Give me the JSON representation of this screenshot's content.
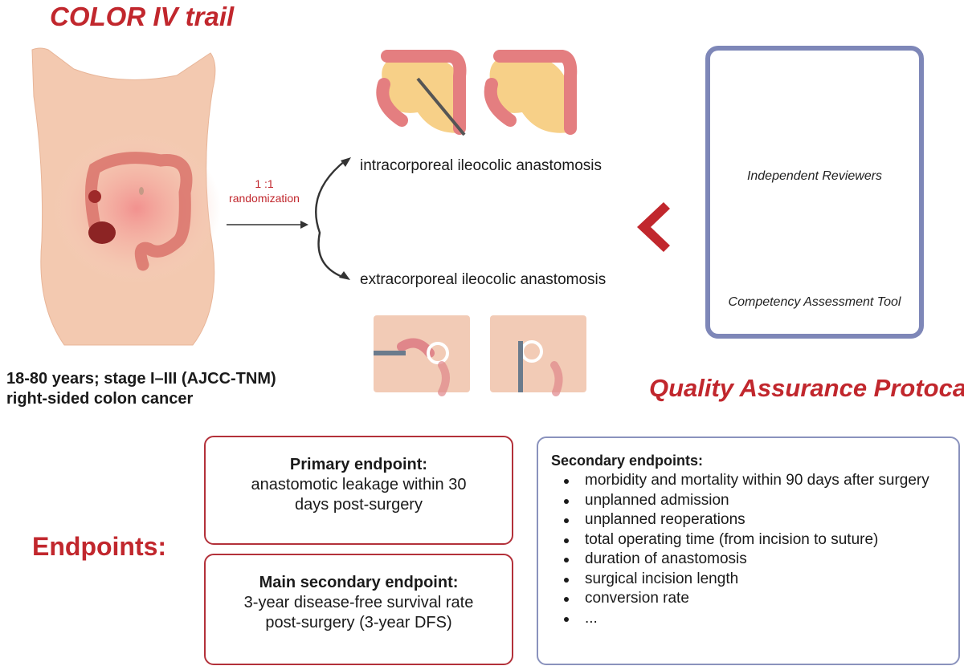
{
  "title": "COLOR IV trail",
  "patient": {
    "line1": "18-80 years;  stage I–III (AJCC-TNM)",
    "line2": "right-sided colon cancer"
  },
  "randomization": {
    "ratio": "1 :1",
    "label": "randomization"
  },
  "arms": {
    "intra": "intracorporeal  ileocolic anastomosis",
    "extra": "extracorporeal  ileocolic anastomosis"
  },
  "quality_assurance": {
    "title": "Quality Assurance Protocal",
    "reviewers_caption": "Independent Reviewers",
    "tool_caption": "Competency Assessment Tool"
  },
  "endpoints": {
    "label": "Endpoints:",
    "primary": {
      "heading": "Primary endpoint:",
      "line1": "anastomotic leakage within 30",
      "line2": "days post-surgery"
    },
    "main_secondary": {
      "heading": "Main secondary endpoint:",
      "line1": "3-year disease-free survival rate",
      "line2": "post-surgery (3-year DFS)"
    },
    "secondary": {
      "heading": "Secondary endpoints:",
      "items": [
        "morbidity and mortality within 90 days after surgery",
        "unplanned admission",
        "unplanned reoperations",
        "total operating time (from incision to suture)",
        "duration of anastomosis",
        "surgical incision length",
        "conversion rate",
        "..."
      ]
    }
  },
  "colors": {
    "accent_red": "#c1272d",
    "qa_frame": "#7e87b8",
    "doc_blue": "#2e86c1",
    "reviewer_gray": "#5f6366"
  }
}
